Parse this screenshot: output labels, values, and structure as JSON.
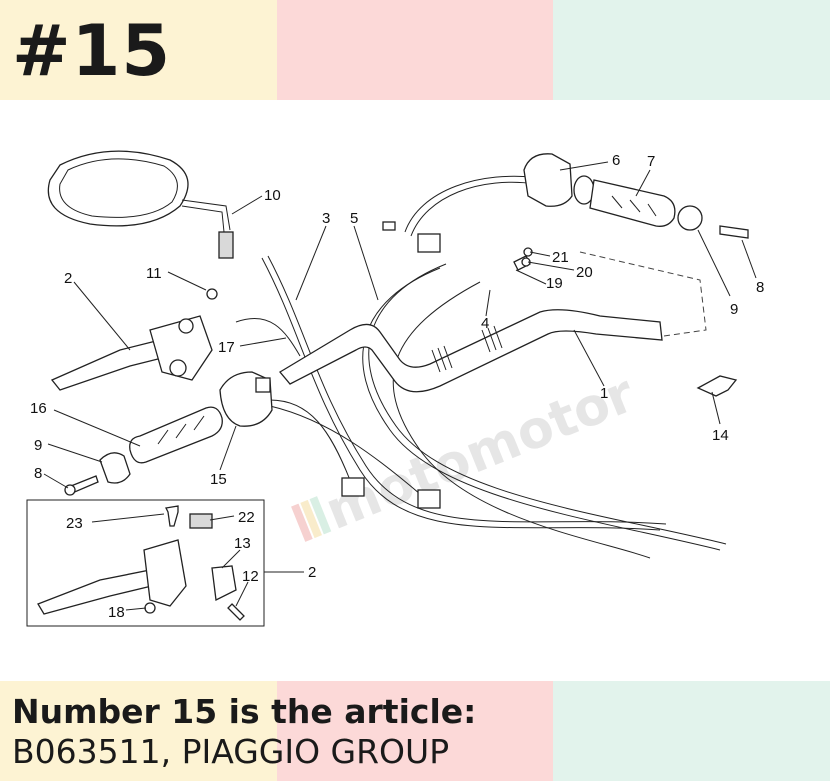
{
  "header": {
    "part_number": "#15"
  },
  "footer": {
    "line1": "Number 15 is the article:",
    "line2": "B063511, PIAGGIO GROUP"
  },
  "diagram": {
    "watermark": "motomotor",
    "callouts": [
      "10",
      "3",
      "5",
      "6",
      "7",
      "11",
      "2",
      "21",
      "20",
      "19",
      "8",
      "9",
      "4",
      "17",
      "1",
      "16",
      "9",
      "8",
      "14",
      "15",
      "23",
      "22",
      "13",
      "2",
      "12",
      "18"
    ]
  },
  "colors": {
    "band_left": "#fdf3d3",
    "band_middle": "#fcd9d8",
    "band_right": "#e2f3ec",
    "heading": "#1a1a1a"
  }
}
